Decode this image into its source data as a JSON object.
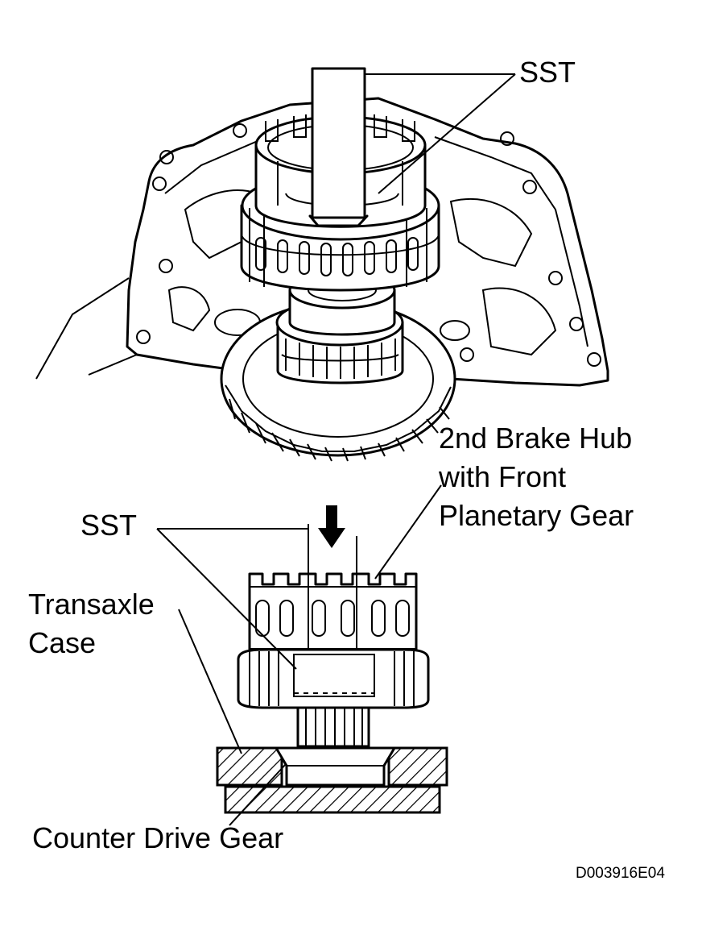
{
  "labels": {
    "sst_top": "SST",
    "brake_hub_line1": "2nd Brake Hub",
    "brake_hub_line2": "with Front",
    "brake_hub_line3": "Planetary Gear",
    "sst_bottom": "SST",
    "transaxle_line1": "Transaxle",
    "transaxle_line2": "Case",
    "counter_drive_gear": "Counter Drive Gear",
    "figure_code": "D003916E04"
  },
  "colors": {
    "ink": "#000000",
    "background": "#ffffff"
  }
}
